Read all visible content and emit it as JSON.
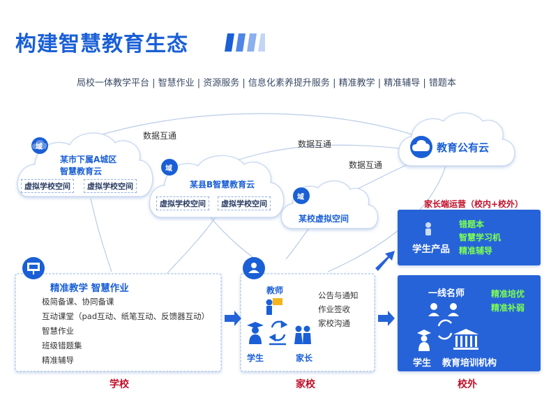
{
  "header": {
    "title": "构建智慧教育生态",
    "subtitle": "局校一体教学平台 | 智慧作业 | 资源服务 | 信息化素养提升服务 | 精准教学 | 精准辅导 | 错题本"
  },
  "clouds": {
    "district": {
      "badge": "域",
      "title_line1": "某市下属A城区",
      "title_line2": "智慧教育云",
      "chips": [
        "虚拟学校空间",
        "虚拟学校空间"
      ]
    },
    "county": {
      "badge": "域",
      "title": "某县B智慧教育云",
      "chips": [
        "虚拟学校空间",
        "虚拟学校空间"
      ]
    },
    "school": {
      "badge": "域",
      "title": "某校虚拟空间"
    },
    "public": {
      "title": "教育公有云"
    }
  },
  "links": {
    "a": "数据互通",
    "b": "数据互通",
    "c": "数据互通"
  },
  "school_box": {
    "heading": "精准教学 智慧作业",
    "items": [
      "极简备课、协同备课",
      "互动课堂（pad互动、纸笔互动、反馈器互动）",
      "智慧作业",
      "班级错题集",
      "精准辅导"
    ],
    "footer": "学校"
  },
  "home_box": {
    "teacher": "教师",
    "student": "学生",
    "parent": "家长",
    "items": [
      "公告与通知",
      "作业签收",
      "家校沟通"
    ],
    "footer": "家校"
  },
  "parent_ops": {
    "heading": "家长端运营（校内+校外）",
    "label": "学生产品",
    "items": [
      "错题本",
      "智慧学习机",
      "精准辅导"
    ]
  },
  "outside_box": {
    "teacher_label": "一线名师",
    "items": [
      "精准培优",
      "精准补弱"
    ],
    "student": "学生",
    "org": "教育培训机构",
    "footer": "校外"
  },
  "colors": {
    "brand": "#1a5fd6",
    "box_fill": "#2563d8",
    "accent_red": "#c0102a",
    "accent_green": "#7cff52"
  }
}
